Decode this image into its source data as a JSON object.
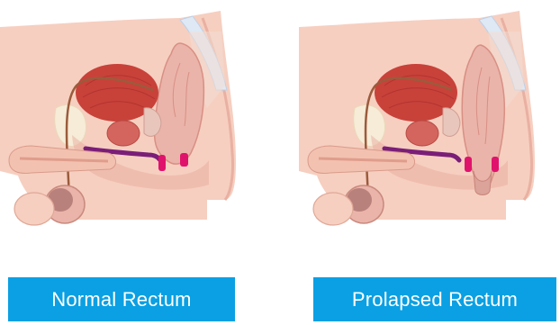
{
  "panels": [
    {
      "label": "Normal Rectum"
    },
    {
      "label": "Prolapsed Rectum"
    }
  ],
  "colors": {
    "label_background": "#0aa0e3",
    "label_text": "#ffffff",
    "skin": "#f6cfc0",
    "tissue_dark": "#e7a79a",
    "bladder": "#c8423a",
    "rectum": "#eab4aa",
    "prostate": "#d4655e",
    "urethra_purple": "#7a1e78",
    "sphincter_pink": "#e0136c",
    "bone": "#f6ecd7",
    "spine": "#dfe9f5"
  },
  "icons": [
    "male-pelvic-anatomy-normal",
    "male-pelvic-anatomy-prolapsed"
  ]
}
